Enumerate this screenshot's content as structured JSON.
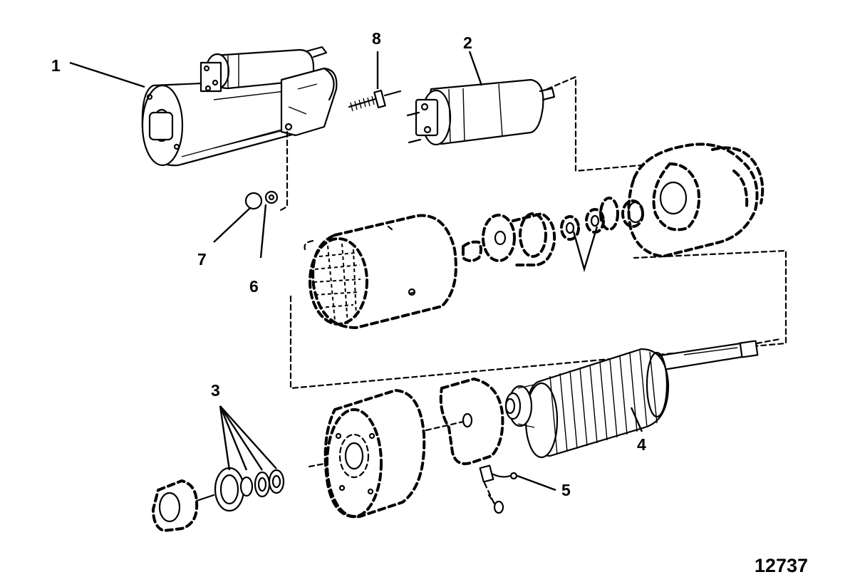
{
  "diagram": {
    "callouts": [
      "1",
      "2",
      "3",
      "4",
      "5",
      "6",
      "7",
      "8"
    ],
    "figure_number": "12737"
  }
}
